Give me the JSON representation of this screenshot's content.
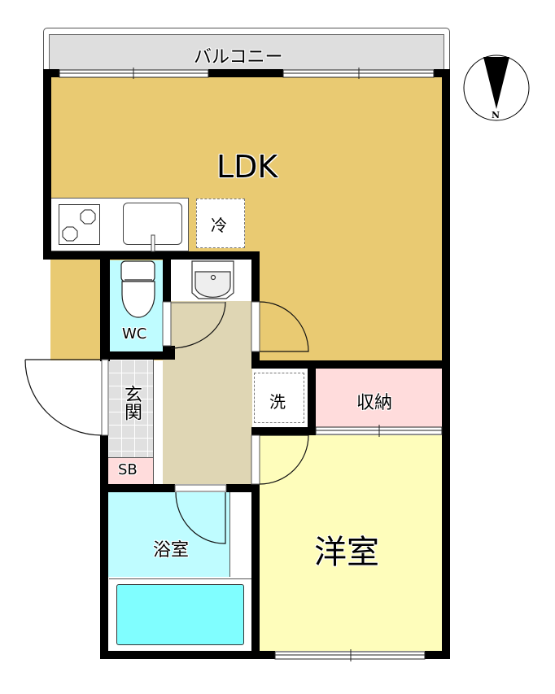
{
  "plan": {
    "balcony": {
      "label": "バルコニー",
      "color": "#dedede"
    },
    "rooms": {
      "ldk": {
        "label": "LDK",
        "color": "#e9ca72"
      },
      "fridge": {
        "label": "冷"
      },
      "wc": {
        "label": "WC",
        "color": "#bffcff"
      },
      "entrance": {
        "label": "玄関",
        "color": "#e0e0e0"
      },
      "shoebox": {
        "label": "SB",
        "color": "#ffdcdc"
      },
      "hallway": {
        "color": "#dfd6b4"
      },
      "washer": {
        "label": "洗"
      },
      "storage": {
        "label": "収納",
        "color": "#ffdcdc"
      },
      "bath": {
        "label": "浴室",
        "color": "#bffcff",
        "tub_color": "#80feff"
      },
      "western_room": {
        "label": "洋室",
        "color": "#fefdbb"
      }
    },
    "compass": {
      "label": "N"
    }
  }
}
